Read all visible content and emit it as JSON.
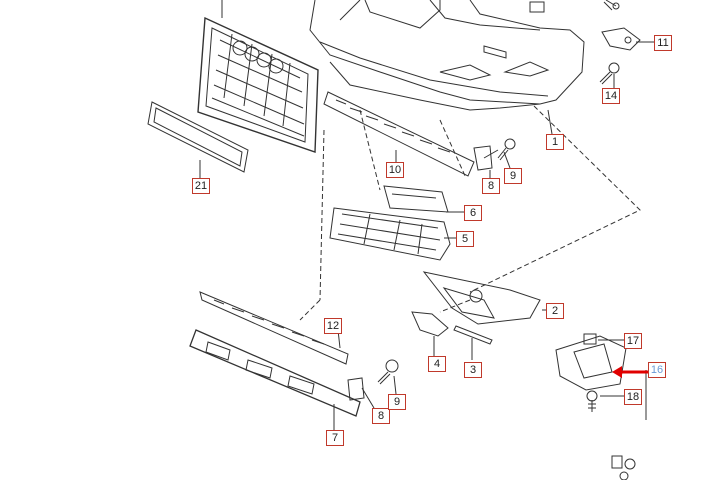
{
  "diagram": {
    "callouts": [
      {
        "id": "1",
        "color": "#222222"
      },
      {
        "id": "2",
        "color": "#222222"
      },
      {
        "id": "3",
        "color": "#222222"
      },
      {
        "id": "4",
        "color": "#222222"
      },
      {
        "id": "5",
        "color": "#222222"
      },
      {
        "id": "6",
        "color": "#222222"
      },
      {
        "id": "7",
        "color": "#222222"
      },
      {
        "id": "8",
        "color": "#222222"
      },
      {
        "id": "8b",
        "label": "8",
        "color": "#222222"
      },
      {
        "id": "9",
        "color": "#222222"
      },
      {
        "id": "9b",
        "label": "9",
        "color": "#222222"
      },
      {
        "id": "10",
        "color": "#222222"
      },
      {
        "id": "11",
        "color": "#222222"
      },
      {
        "id": "12",
        "color": "#222222"
      },
      {
        "id": "14",
        "color": "#222222"
      },
      {
        "id": "16",
        "color": "#6a9ad6"
      },
      {
        "id": "17",
        "color": "#222222"
      },
      {
        "id": "18",
        "color": "#222222"
      },
      {
        "id": "21",
        "color": "#222222"
      }
    ],
    "labels": {
      "c1": "1",
      "c2": "2",
      "c3": "3",
      "c4": "4",
      "c5": "5",
      "c6": "6",
      "c7": "7",
      "c8": "8",
      "c8b": "8",
      "c9": "9",
      "c9b": "9",
      "c10": "10",
      "c11": "11",
      "c12": "12",
      "c14": "14",
      "c16": "16",
      "c17": "17",
      "c18": "18",
      "c21": "21"
    },
    "colors": {
      "line": "#333333",
      "callout_border": "#c0392b",
      "highlight_arrow": "#e00000",
      "highlight_label": "#6a9ad6"
    }
  }
}
